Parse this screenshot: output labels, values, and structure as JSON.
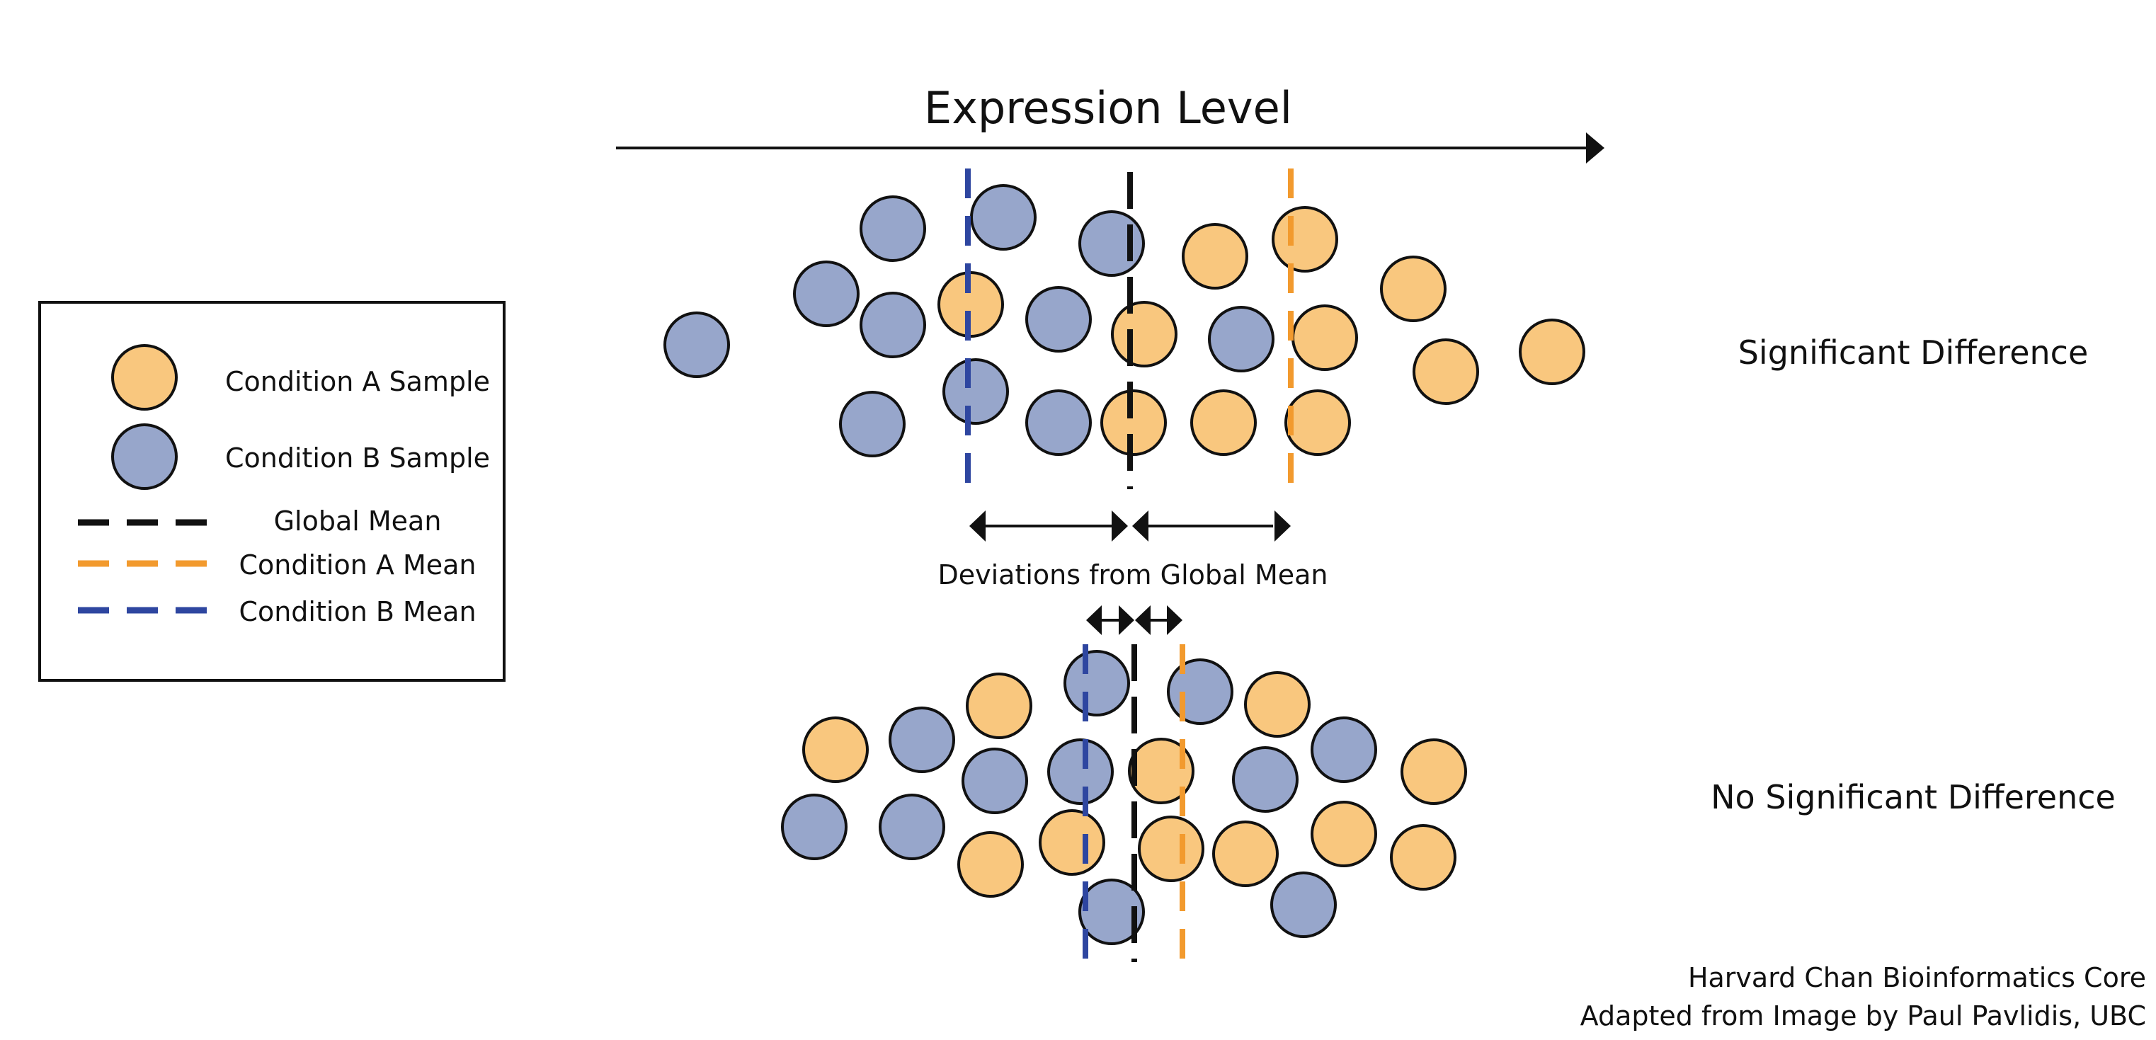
{
  "axis": {
    "label": "Expression Level"
  },
  "legend": {
    "items": [
      {
        "label": "Condition A Sample",
        "kind": "circle",
        "color": "#f9c77e"
      },
      {
        "label": "Condition B Sample",
        "kind": "circle",
        "color": "#97a6cb"
      },
      {
        "label": "Global Mean",
        "kind": "dash",
        "color": "#111111"
      },
      {
        "label": "Condition A Mean",
        "kind": "dash",
        "color": "#f29a2e"
      },
      {
        "label": "Condition B Mean",
        "kind": "dash",
        "color": "#2e46a0"
      }
    ]
  },
  "panels": {
    "top": {
      "label": "Significant Difference"
    },
    "bottom": {
      "label": "No Significant Difference"
    }
  },
  "deviation_label": "Deviations from Global Mean",
  "credits": {
    "line1": "Harvard Chan Bioinformatics Core",
    "line2": "Adapted from Image by Paul Pavlidis, UBC"
  },
  "colors": {
    "condition_a_fill": "#f9c77e",
    "condition_b_fill": "#97a6cb",
    "global_mean": "#111111",
    "condition_a_mean": "#f29a2e",
    "condition_b_mean": "#2e46a0",
    "outline": "#111111"
  }
}
